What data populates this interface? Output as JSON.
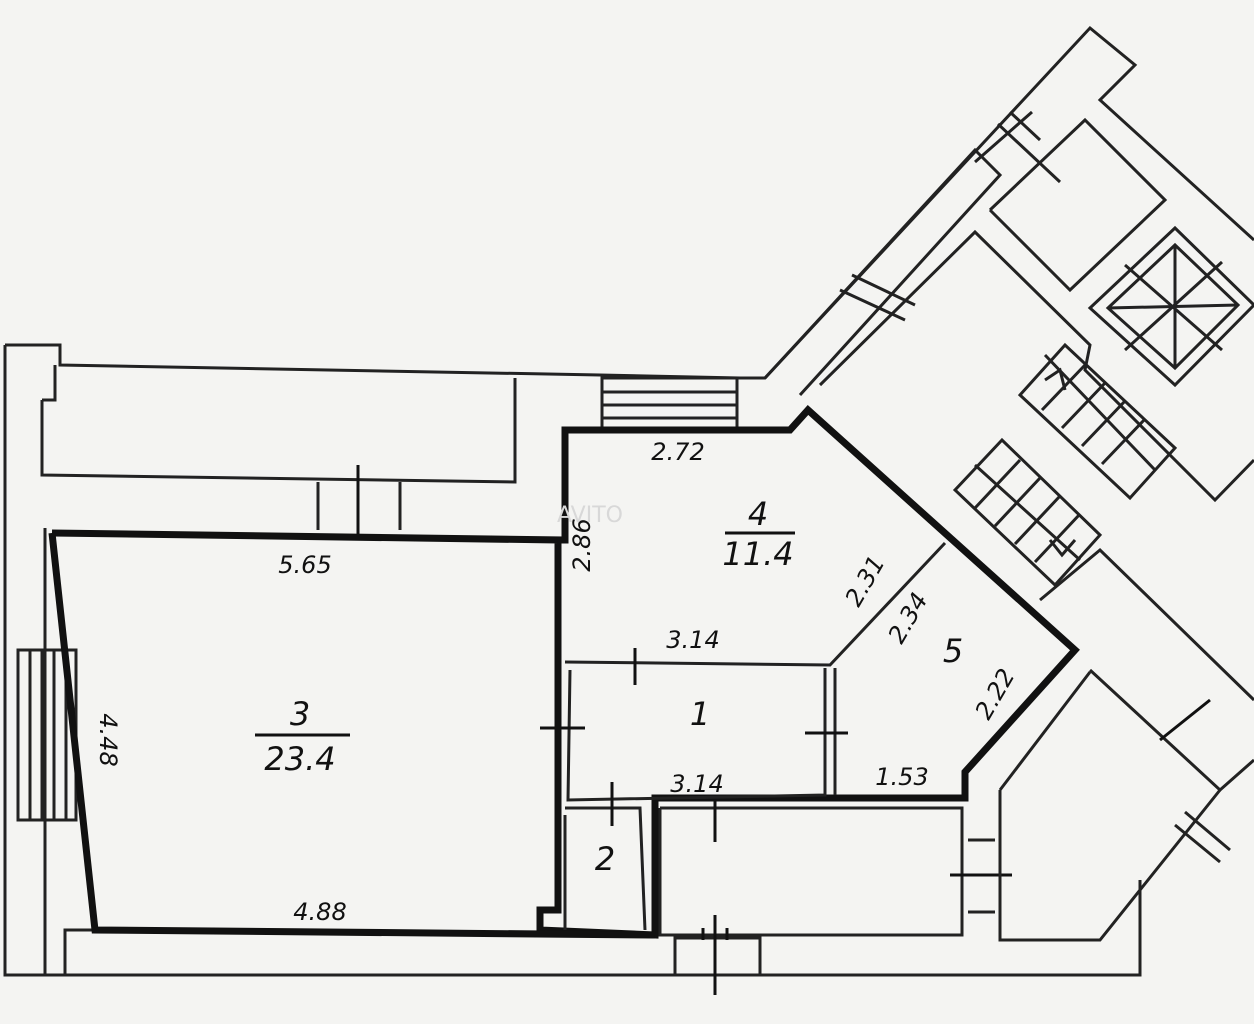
{
  "rooms": [
    {
      "id": "room-1",
      "number": "1",
      "area": ""
    },
    {
      "id": "room-2",
      "number": "2",
      "area": ""
    },
    {
      "id": "room-3",
      "number": "3",
      "area": "23.4"
    },
    {
      "id": "room-4",
      "number": "4",
      "area": "11.4"
    },
    {
      "id": "room-5",
      "number": "5",
      "area": ""
    }
  ],
  "dimensions": {
    "room3_top": "5.65",
    "room3_bottom": "4.88",
    "room3_left": "4.48",
    "room4_top": "2.72",
    "room4_left": "2.86",
    "room4_diag": "2.31",
    "room4_bottom": "3.14",
    "room5_inner": "2.34",
    "room5_right": "2.22",
    "room5_bottom": "1.53",
    "room1_bottom": "3.14"
  },
  "watermark": "AVITO"
}
